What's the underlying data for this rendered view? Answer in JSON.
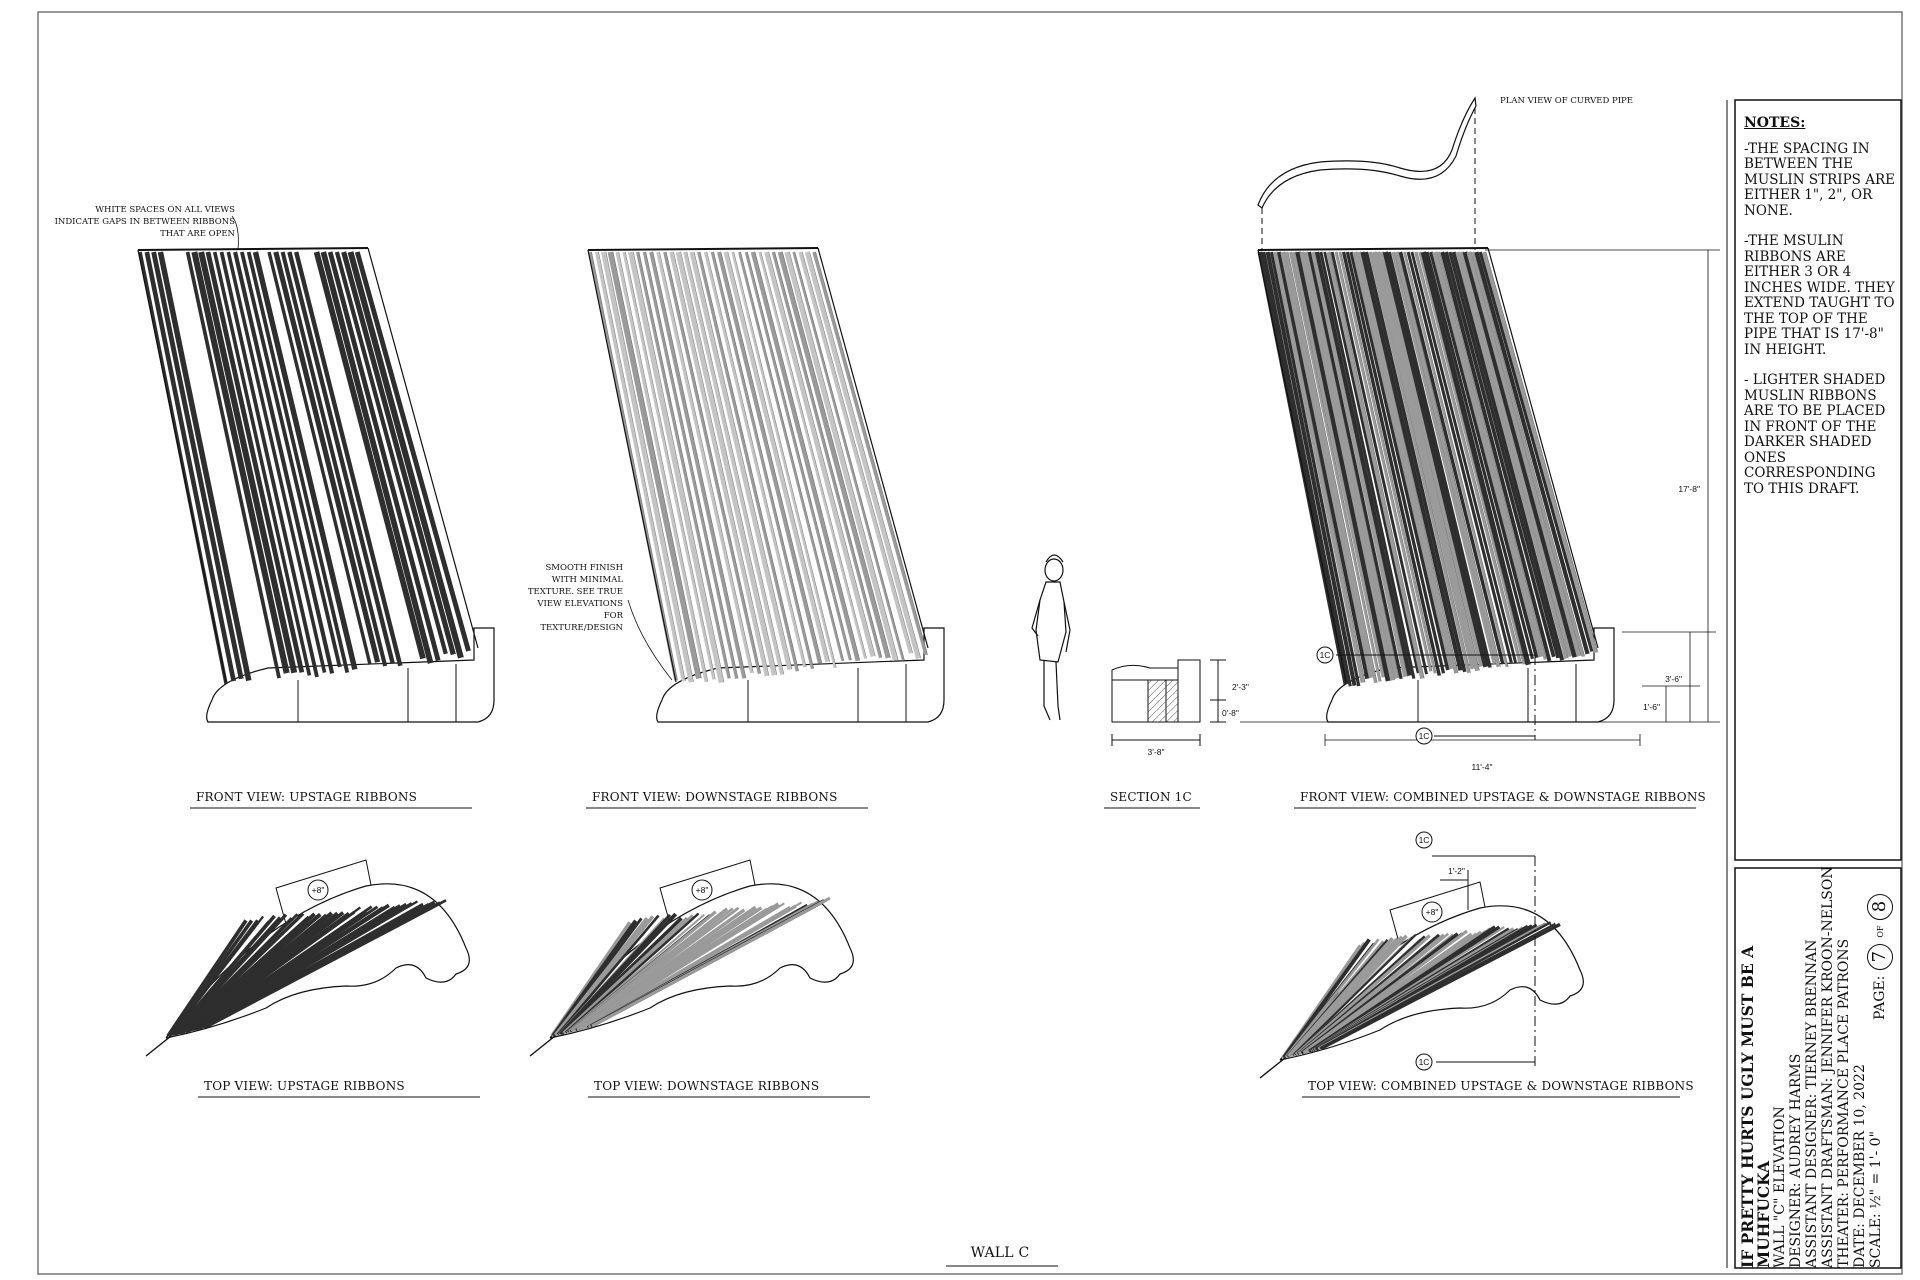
{
  "sheet_title": "WALL C",
  "annotations": {
    "white_spaces": [
      "WHITE SPACES ON ALL VIEWS",
      "INDICATE GAPS IN BETWEEN RIBBONS",
      "THAT ARE OPEN"
    ],
    "smooth_finish": [
      "SMOOTH FINISH",
      "WITH MINIMAL",
      "TEXTURE. SEE TRUE",
      "VIEW ELEVATIONS",
      "FOR",
      "TEXTURE/DESIGN"
    ],
    "plan_view": "PLAN VIEW OF CURVED PIPE"
  },
  "view_labels": {
    "front_upstage": "FRONT VIEW:   UPSTAGE RIBBONS",
    "front_downstage": "FRONT VIEW:   DOWNSTAGE RIBBONS",
    "section": "SECTION 1C",
    "front_combined": "FRONT VIEW:  COMBINED UPSTAGE & DOWNSTAGE RIBBONS",
    "top_upstage": "TOP VIEW:   UPSTAGE RIBBONS",
    "top_downstage": "TOP VIEW:   DOWNSTAGE RIBBONS",
    "top_combined": "TOP VIEW:  COMBINED UPSTAGE & DOWNSTAGE RIBBONS"
  },
  "dimensions": {
    "height_total": "17'-8\"",
    "height_base": "3'-6\"",
    "height_step": "1'-6\"",
    "width_total": "11'-4\"",
    "section_width": "3'-8\"",
    "section_h1": "2'-3\"",
    "section_h2": "0'-8\"",
    "top_offset": "1'-2\"",
    "plus8": "+8\"",
    "section_marker": "1C"
  },
  "notes": {
    "heading": "NOTES:",
    "items": [
      "-THE SPACING IN BETWEEN THE MUSLIN STRIPS ARE EITHER 1\", 2\", OR NONE.",
      "-THE MSULIN RIBBONS ARE EITHER 3 OR 4 INCHES WIDE. THEY EXTEND TAUGHT TO THE TOP OF THE PIPE THAT IS 17'-8\" IN HEIGHT.",
      "- LIGHTER SHADED MUSLIN RIBBONS ARE TO BE PLACED IN FRONT OF THE DARKER SHADED ONES CORRESPONDING TO THIS DRAFT."
    ]
  },
  "title_block": {
    "production": "IF PRETTY HURTS UGLY MUST BE A MUHFUCKA",
    "drawing": "WALL \"C\" ELEVATION",
    "designer": "DESIGNER: AUDREY HARMS",
    "assistant_designer": "ASSISTANT DESIGNER: TIERNEY BRENNAN",
    "assistant_draftsman": "ASSISTANT DRAFTSMAN: JENNIFER KROON-NELSON",
    "theater": "THEATER: PERFORMANCE PLACE PATRONS",
    "date": "DATE: DECEMBER 10, 2022",
    "scale": "SCALE: ½\" = 1'- 0\"",
    "page_label": "PAGE:",
    "page_number": "7",
    "page_of": "OF",
    "page_total": "8"
  },
  "colors": {
    "line": "#111111",
    "ribbon_dark": "#2e2e2e",
    "ribbon_light": "#9a9a9a"
  }
}
